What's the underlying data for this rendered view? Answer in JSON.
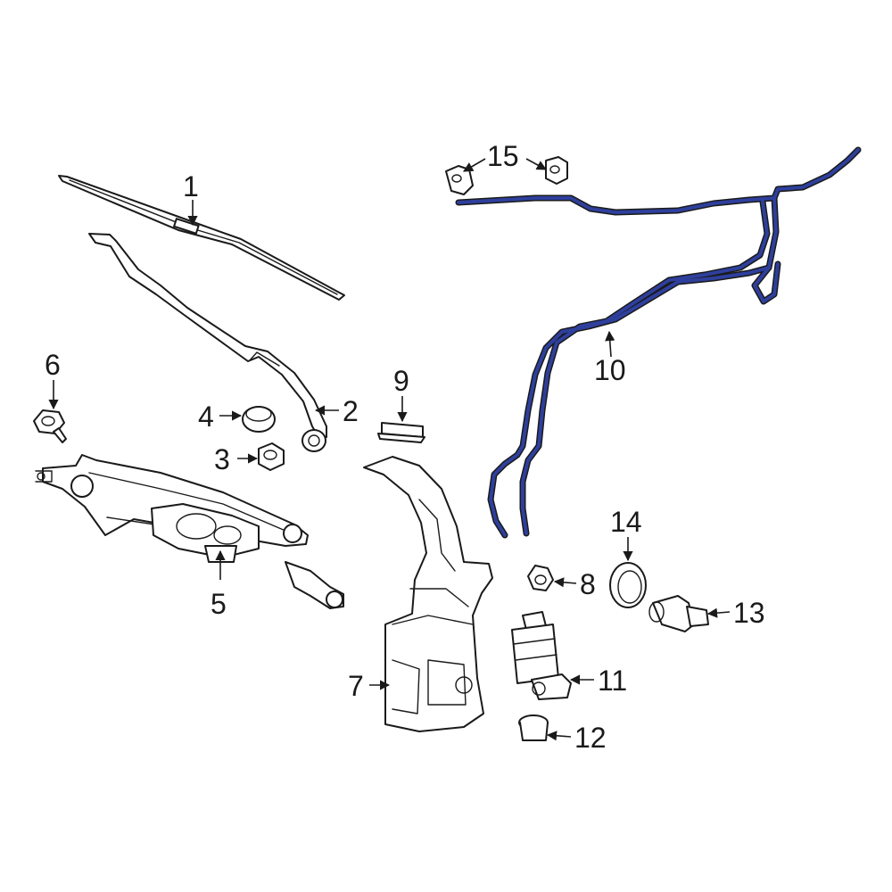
{
  "colors": {
    "line": "#1a1a1a",
    "highlight": "#2e3f9c",
    "background": "#ffffff"
  },
  "callouts": [
    {
      "id": "1",
      "label": "1"
    },
    {
      "id": "2",
      "label": "2"
    },
    {
      "id": "3",
      "label": "3"
    },
    {
      "id": "4",
      "label": "4"
    },
    {
      "id": "5",
      "label": "5"
    },
    {
      "id": "6",
      "label": "6"
    },
    {
      "id": "7",
      "label": "7"
    },
    {
      "id": "8",
      "label": "8"
    },
    {
      "id": "9",
      "label": "9"
    },
    {
      "id": "10",
      "label": "10"
    },
    {
      "id": "11",
      "label": "11"
    },
    {
      "id": "12",
      "label": "12"
    },
    {
      "id": "13",
      "label": "13"
    },
    {
      "id": "14",
      "label": "14"
    },
    {
      "id": "15",
      "label": "15"
    }
  ],
  "highlighted_part": "10"
}
